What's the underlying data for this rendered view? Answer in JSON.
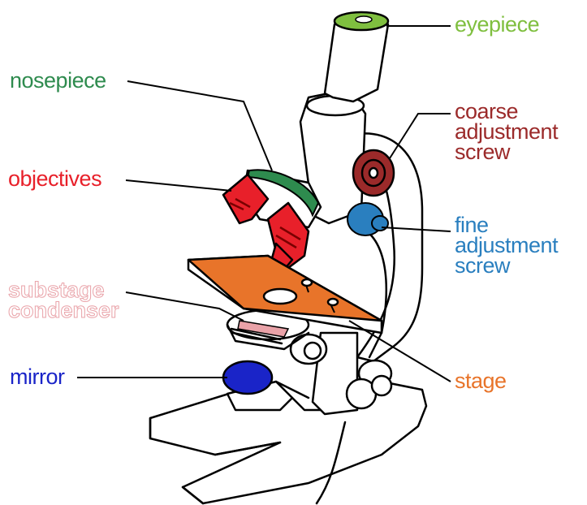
{
  "colors": {
    "eyepiece": "#7fbf3f",
    "nosepiece": "#2e8b4e",
    "objectives": "#e8202a",
    "coarse": "#9b2a2a",
    "fine": "#2a7fbf",
    "condenser": "#e9a2a8",
    "mirror": "#1a24c8",
    "stage": "#e8742a"
  },
  "labels": {
    "eyepiece": "eyepiece",
    "nosepiece": "nosepiece",
    "objectives": "objectives",
    "coarse": [
      "coarse",
      "adjustment",
      "screw"
    ],
    "fine": [
      "fine",
      "adjustment",
      "screw"
    ],
    "condenser": [
      "substage",
      "condenser"
    ],
    "mirror": "mirror",
    "stage": "stage"
  }
}
